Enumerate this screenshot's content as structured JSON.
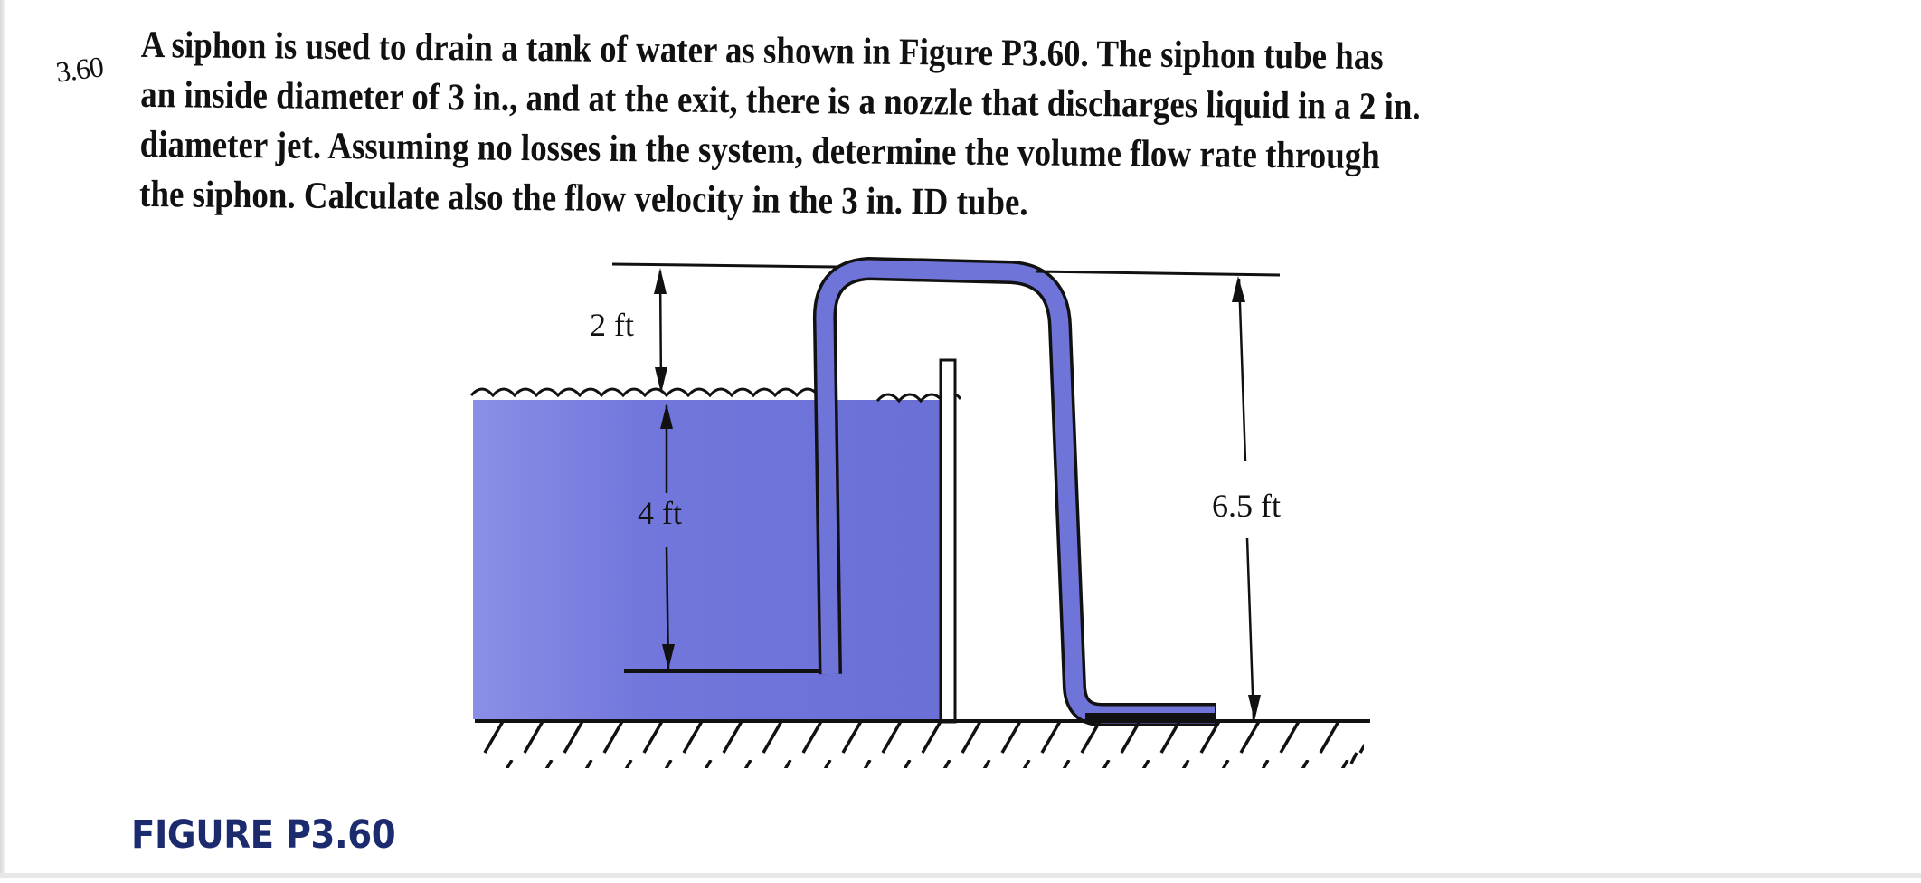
{
  "problem": {
    "number": "3.60",
    "lines": [
      "A siphon is used to drain a tank of water as shown in Figure P3.60. The siphon tube has",
      "an inside diameter of 3 in., and at the exit, there is a nozzle that discharges liquid in a 2 in.",
      "diameter jet. Assuming no losses in the system, determine the volume flow rate through",
      "the siphon. Calculate also the flow velocity in the 3 in. ID tube."
    ]
  },
  "figure": {
    "caption": "FIGURE P3.60",
    "dimensions": {
      "above_surface": "2 ft",
      "depth_to_inlet": "4 ft",
      "total_height": "6.5 ft"
    },
    "colors": {
      "water": "#6f74d8",
      "caption": "#1c2a6e",
      "lines": "#111111"
    }
  }
}
